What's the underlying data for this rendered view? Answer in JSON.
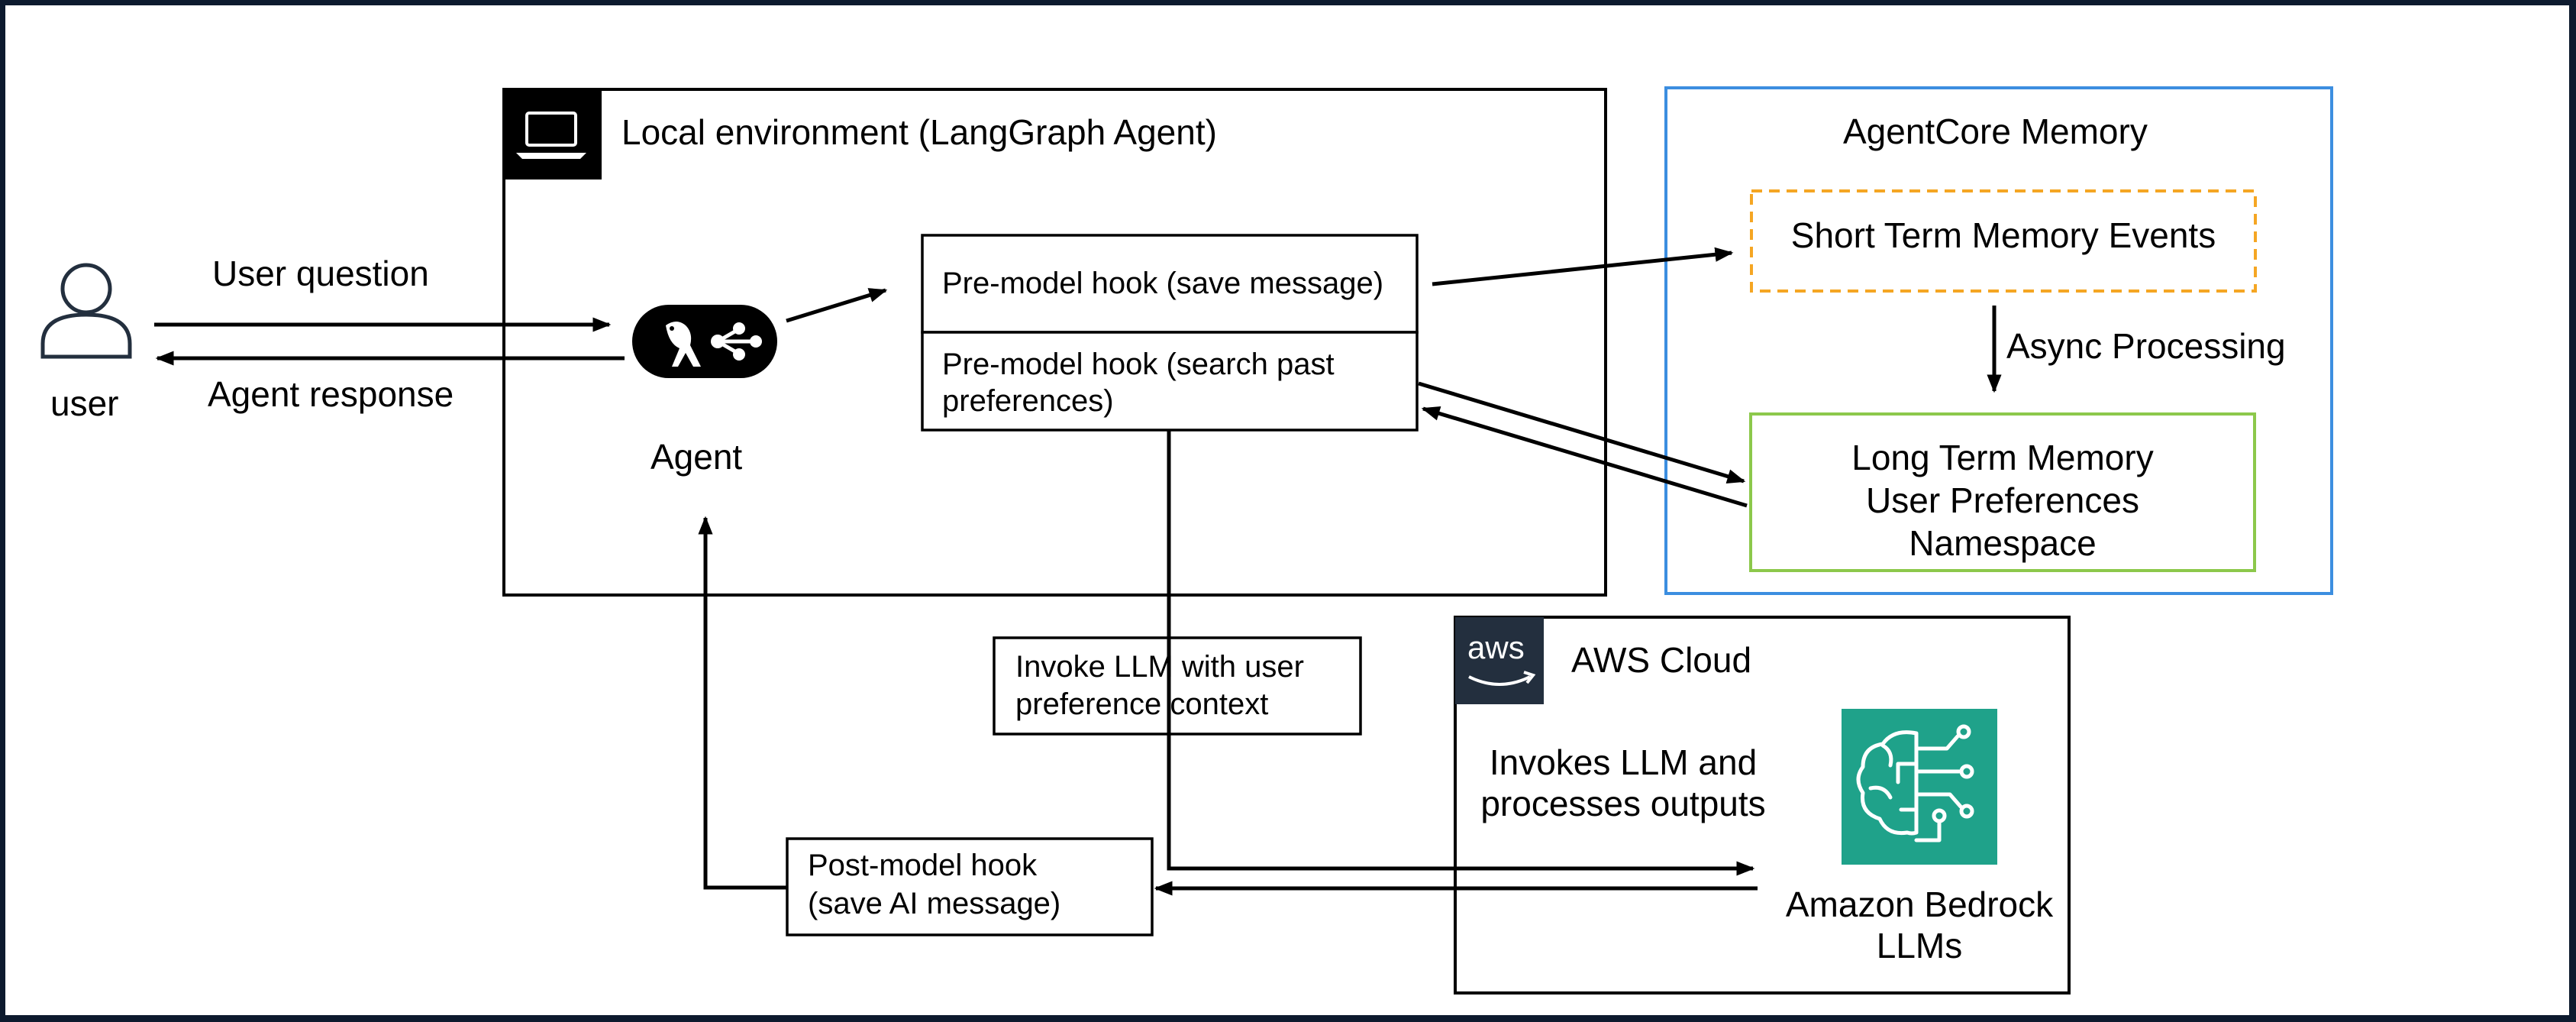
{
  "user": {
    "label": "user"
  },
  "flow": {
    "user_question": "User question",
    "agent_response": "Agent response",
    "async_processing": "Async Processing"
  },
  "local_env": {
    "title": "Local environment (LangGraph Agent)",
    "icon": "laptop-icon",
    "agent_label": "Agent",
    "agent_icon": "langgraph-logo"
  },
  "hooks": {
    "pre_save": "Pre-model hook (save message)",
    "pre_search_line1": "Pre-model hook (search past",
    "pre_search_line2": "preferences)",
    "invoke_line1": "Invoke LLM with user",
    "invoke_line2": "preference context",
    "post_line1": "Post-model hook",
    "post_line2": "(save AI message)"
  },
  "memory": {
    "title": "AgentCore Memory",
    "short_term": "Short Term Memory Events",
    "long_term_line1": "Long Term Memory",
    "long_term_line2": "User Preferences",
    "long_term_line3": "Namespace"
  },
  "aws": {
    "logo_text": "aws",
    "title": "AWS Cloud",
    "invokes_line1": "Invokes LLM and",
    "invokes_line2": "processes outputs",
    "bedrock_line1": "Amazon Bedrock",
    "bedrock_line2": "LLMs",
    "bedrock_icon": "bedrock-brain-icon"
  },
  "colors": {
    "frame": "#0d1a2e",
    "memory_border": "#3c8ee0",
    "short_term_border": "#f5a623",
    "long_term_border": "#8cc84b",
    "aws_dark": "#232f3e",
    "bedrock_teal": "#1fa28a"
  }
}
